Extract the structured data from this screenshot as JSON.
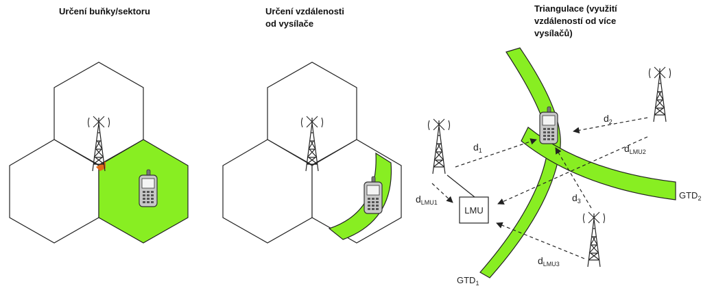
{
  "panels": {
    "cell": {
      "title": "Určení buňky/sektoru"
    },
    "distance": {
      "title_line1": "Určení vzdálenosti",
      "title_line2": "od vysílače"
    },
    "triangulation": {
      "title_line1": "Triangulace (využití",
      "title_line2": "vzdáleností od více",
      "title_line3": "vysílačů)",
      "labels": {
        "lmu": "LMU",
        "d1": "d",
        "d1_sub": "1",
        "d2": "d",
        "d2_sub": "2",
        "d3": "d",
        "d3_sub": "3",
        "dlmu1": "d",
        "dlmu1_sub": "LMU1",
        "dlmu2": "d",
        "dlmu2_sub": "LMU2",
        "dlmu3": "d",
        "dlmu3_sub": "LMU3",
        "gtd1": "GTD",
        "gtd1_sub": "1",
        "gtd2": "GTD",
        "gtd2_sub": "2"
      }
    }
  },
  "colors": {
    "highlight_green": "#88ee22",
    "sector_orange": "#e06a1a",
    "line": "#222222"
  }
}
